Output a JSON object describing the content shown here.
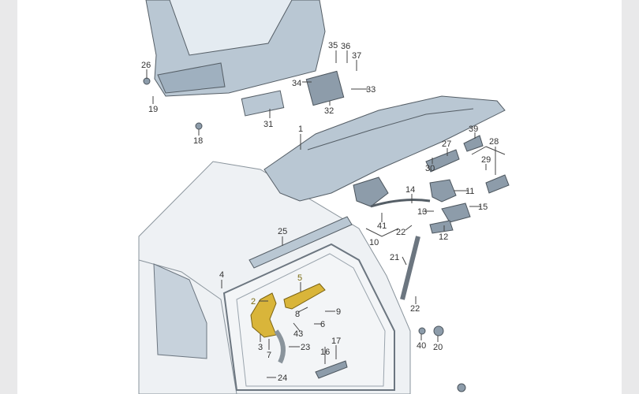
{
  "diagram": {
    "title": "Tailgate parts exploded view",
    "callouts": [
      {
        "label": "35"
      },
      {
        "label": "36"
      },
      {
        "label": "37"
      },
      {
        "label": "26"
      },
      {
        "label": "34"
      },
      {
        "label": "33"
      },
      {
        "label": "19"
      },
      {
        "label": "32"
      },
      {
        "label": "31"
      },
      {
        "label": "18"
      },
      {
        "label": "1"
      },
      {
        "label": "39"
      },
      {
        "label": "27"
      },
      {
        "label": "28"
      },
      {
        "label": "30"
      },
      {
        "label": "29"
      },
      {
        "label": "11"
      },
      {
        "label": "14"
      },
      {
        "label": "13"
      },
      {
        "label": "15"
      },
      {
        "label": "10"
      },
      {
        "label": "41"
      },
      {
        "label": "22"
      },
      {
        "label": "12"
      },
      {
        "label": "25"
      },
      {
        "label": "21"
      },
      {
        "label": "4"
      },
      {
        "label": "5"
      },
      {
        "label": "2"
      },
      {
        "label": "8"
      },
      {
        "label": "9"
      },
      {
        "label": "6"
      },
      {
        "label": "3"
      },
      {
        "label": "43"
      },
      {
        "label": "7"
      },
      {
        "label": "23"
      },
      {
        "label": "22"
      },
      {
        "label": "40"
      },
      {
        "label": "20"
      },
      {
        "label": "16"
      },
      {
        "label": "17"
      },
      {
        "label": "24"
      }
    ]
  }
}
